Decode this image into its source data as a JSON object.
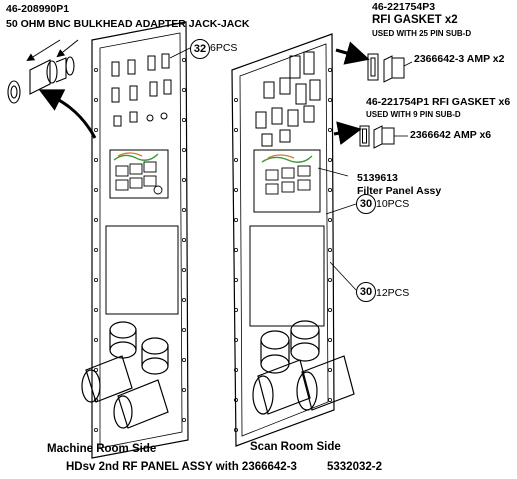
{
  "left_part": {
    "number": "46-208990P1",
    "description": "50 OHM BNC BULKHEAD ADAPTER JACK-JACK"
  },
  "rfi_gasket_25": {
    "number": "46-221754P3",
    "name": "RFI GASKET  x2",
    "note": "USED WITH 25 PIN SUB-D"
  },
  "amp_25": {
    "label": "2366642-3  AMP  x2"
  },
  "rfi_gasket_9": {
    "number": "46-221754P1  RFI GASKET x6",
    "note": "USED WITH 9 PIN SUB-D"
  },
  "amp_9": {
    "label": "2366642  AMP  x6"
  },
  "filter_panel": {
    "number": "5139613",
    "name": "Filter Panel Assy"
  },
  "callouts": {
    "c32": {
      "num": "32",
      "qty": "6PCS"
    },
    "c30a": {
      "num": "30",
      "qty": "10PCS"
    },
    "c30b": {
      "num": "30",
      "qty": "12PCS"
    }
  },
  "sides": {
    "machine_room": "Machine Room Side",
    "scan_room": "Scan Room Side"
  },
  "footer": {
    "title": "HDsv 2nd RF PANEL ASSY with 2366642-3",
    "drawing_number": "5332032-2"
  },
  "colors": {
    "ink": "#000000",
    "paper": "#ffffff",
    "wire_green": "#3a9a3a",
    "wire_orange": "#d07a20"
  }
}
